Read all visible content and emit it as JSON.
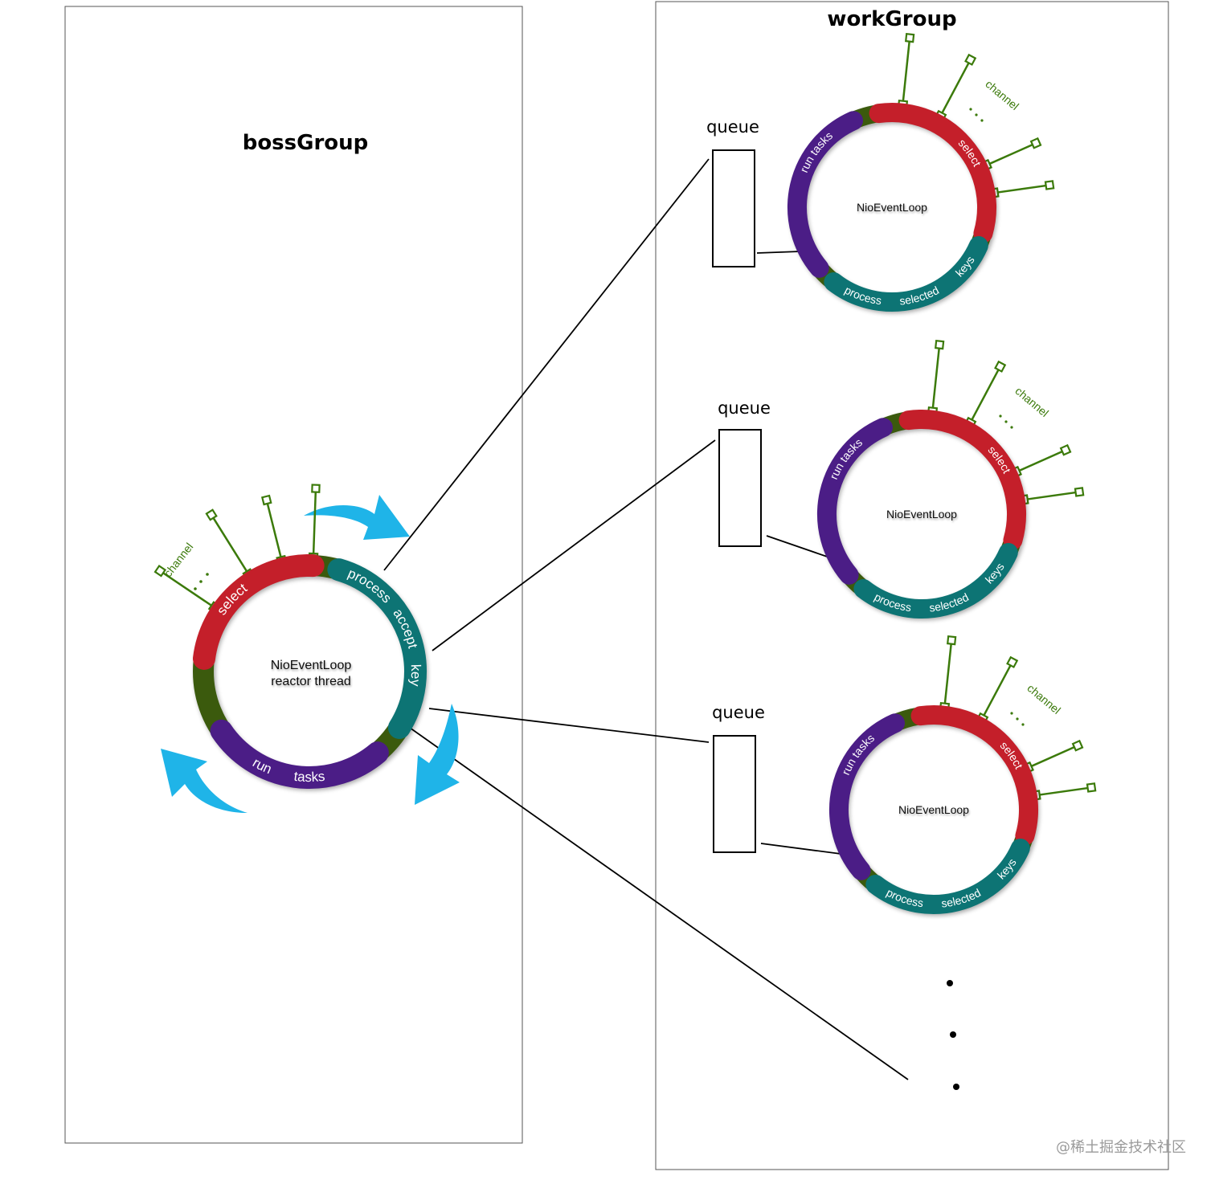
{
  "boss_group": {
    "title": "bossGroup",
    "event_loop": {
      "center_lines": [
        "NioEventLoop",
        "reactor thread"
      ],
      "phases": [
        {
          "name": "select",
          "color": "#c41f2a"
        },
        {
          "name": "process accept key",
          "color": "#0d7474",
          "words": [
            "process",
            "accept",
            "key"
          ]
        },
        {
          "name": "run tasks",
          "color": "#4b1d86",
          "words": [
            "run",
            "tasks"
          ]
        }
      ],
      "channel_label": "channel",
      "channel_ellipsis": "..."
    },
    "flow_arrows": [
      "clockwise-arrow-top",
      "clockwise-arrow-right",
      "clockwise-arrow-left"
    ]
  },
  "work_group": {
    "title": "workGroup",
    "workers": [
      {
        "queue_label": "queue",
        "center_label": "NioEventLoop",
        "phases": [
          {
            "name": "select",
            "color": "#c41f2a"
          },
          {
            "name": "process selected keys",
            "color": "#0d7474",
            "words": [
              "process",
              "selected",
              "keys"
            ]
          },
          {
            "name": "run tasks",
            "color": "#4b1d86"
          }
        ],
        "channel_label": "channel",
        "channel_ellipsis": "..."
      },
      {
        "queue_label": "queue",
        "center_label": "NioEventLoop",
        "phases": [
          {
            "name": "select",
            "color": "#c41f2a"
          },
          {
            "name": "process selected keys",
            "color": "#0d7474",
            "words": [
              "process",
              "selected",
              "keys"
            ]
          },
          {
            "name": "run tasks",
            "color": "#4b1d86"
          }
        ],
        "channel_label": "channel",
        "channel_ellipsis": "..."
      },
      {
        "queue_label": "queue",
        "center_label": "NioEventLoop",
        "phases": [
          {
            "name": "select",
            "color": "#c41f2a"
          },
          {
            "name": "process selected keys",
            "color": "#0d7474",
            "words": [
              "process",
              "selected",
              "keys"
            ]
          },
          {
            "name": "run tasks",
            "color": "#4b1d86"
          }
        ],
        "channel_label": "channel",
        "channel_ellipsis": "..."
      }
    ],
    "more_indicator": "more workers (⋮)"
  },
  "colors": {
    "select": "#c41f2a",
    "process": "#0d7474",
    "run_tasks": "#4b1d86",
    "channel": "#3b7a0a",
    "flow_arrow": "#1fb4e8"
  },
  "watermark": "@稀土掘金技术社区"
}
